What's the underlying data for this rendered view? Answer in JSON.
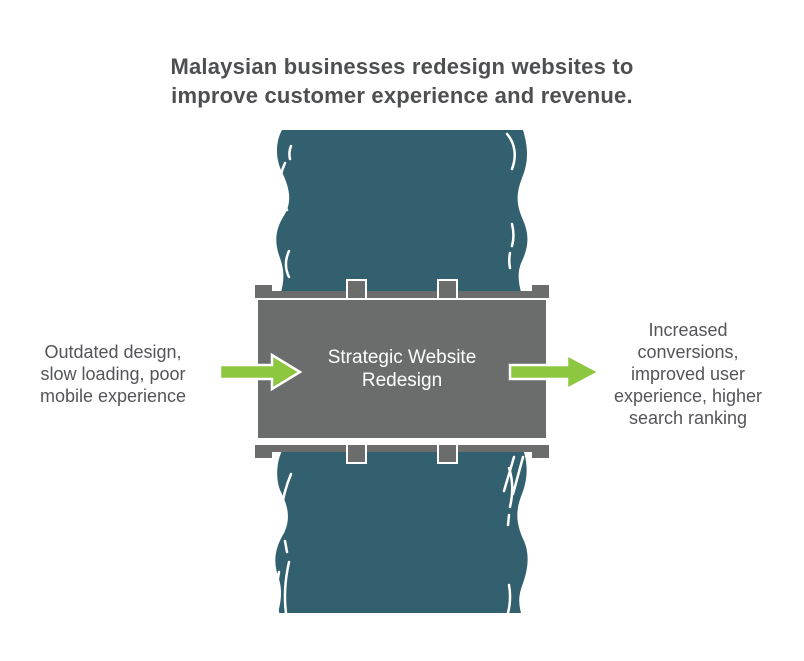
{
  "title": {
    "line1": "Malaysian businesses redesign websites to",
    "line2": "improve customer experience and revenue."
  },
  "left_label": {
    "line1": "Outdated design,",
    "line2": "slow loading, poor",
    "line3": "mobile experience"
  },
  "box_label": {
    "line1": "Strategic Website",
    "line2": "Redesign"
  },
  "right_label": {
    "line1": "Increased",
    "line2": "conversions,",
    "line3": "improved user",
    "line4": "experience, higher",
    "line5": "search ranking"
  },
  "icons": {
    "left_arrow": "right-pointing-arrow",
    "right_arrow": "right-pointing-arrow"
  },
  "colors": {
    "teal": "#33606F",
    "gray": "#6B6C6C",
    "green": "#8DC63F",
    "title_text": "#4E4F51",
    "label_text": "#545559",
    "box_text": "#FFFFFF",
    "background": "#FFFFFF"
  }
}
